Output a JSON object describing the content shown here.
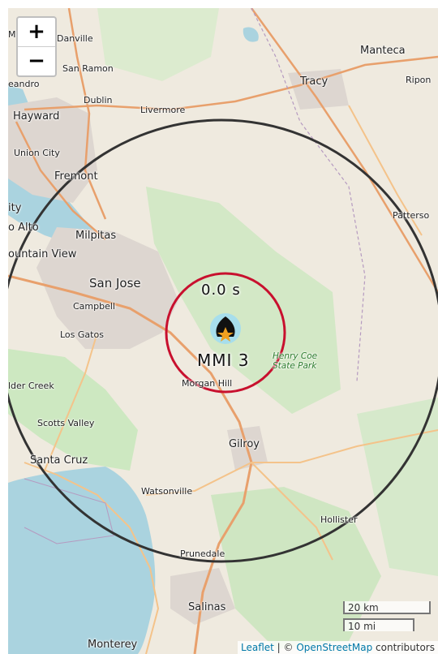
{
  "zoom": {
    "in_label": "+",
    "out_label": "−"
  },
  "places": {
    "danville": "Danville",
    "san_ramon": "San Ramon",
    "leandro": "eandro",
    "dublin": "Dublin",
    "livermore": "Livermore",
    "hayward": "Hayward",
    "union_city": "Union City",
    "fremont": "Fremont",
    "newark": "ity",
    "alto": "o Alto",
    "milpitas": "Milpitas",
    "mountain_view": "ountain View",
    "san_jose": "San Jose",
    "campbell": "Campbell",
    "los_gatos": "Los Gatos",
    "boulder_creek": "lder Creek",
    "scotts_valley": "Scotts Valley",
    "santa_cruz": "Santa Cruz",
    "watsonville": "Watsonville",
    "morgan_hill": "Morgan Hill",
    "gilroy": "Gilroy",
    "hollister": "Hollister",
    "prunedale": "Prunedale",
    "salinas": "Salinas",
    "monterey": "Monterey",
    "manteca": "Manteca",
    "tracy": "Tracy",
    "ripon": "Ripon",
    "patterson": "Patterso",
    "henry_coe": [
      "Henry Coe",
      "State Park"
    ],
    "mo": "Mo"
  },
  "overlay": {
    "timer": "0.0 s",
    "mmi": "MMI 3",
    "colors": {
      "s_wave": "#c8102e",
      "p_wave": "#333333",
      "epicenter_bg": "#9fdcf2",
      "star": "#f0a020"
    }
  },
  "scale": {
    "km": "20 km",
    "mi": "10 mi"
  },
  "attribution": {
    "leaflet": "Leaflet",
    "sep": " | © ",
    "osm": "OpenStreetMap",
    "contrib": " contributors"
  }
}
